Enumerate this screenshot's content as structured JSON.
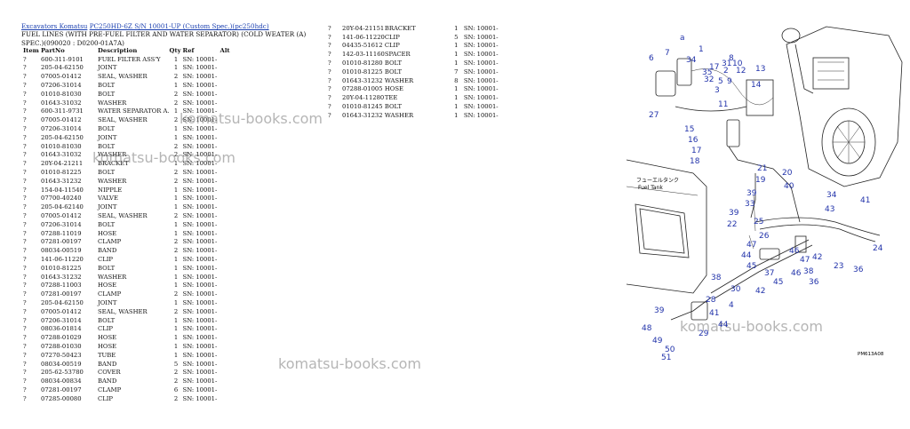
{
  "header": {
    "breadcrumb_link1": "Excavators Komatsu",
    "breadcrumb_link2": "PC250HD-6Z S/N 10001-UP (Custom Spec.)(pc250hdc)",
    "title": "FUEL LINES (WITH PRE-FUEL FILTER AND WATER SEPARATOR) (COLD WEATER (A)",
    "spec": "SPEC.)(090020 : D0200-01A7A)"
  },
  "columns": {
    "item": "Item",
    "part": "PartNo",
    "desc": "Description",
    "qty": "Qty",
    "ref": "Ref",
    "alt": "Alt"
  },
  "left_rows": [
    [
      "?",
      "600-311-9101",
      "FUEL FILTER ASS'Y",
      "1",
      "SN: 10001-"
    ],
    [
      "?",
      "205-04-62150",
      "JOINT",
      "1",
      "SN: 10001-"
    ],
    [
      "?",
      "07005-01412",
      "SEAL, WASHER",
      "2",
      "SN: 10001-"
    ],
    [
      "?",
      "07206-31014",
      "BOLT",
      "1",
      "SN: 10001-"
    ],
    [
      "?",
      "01010-81030",
      "BOLT",
      "2",
      "SN: 10001-"
    ],
    [
      "?",
      "01643-31032",
      "WASHER",
      "2",
      "SN: 10001-"
    ],
    [
      "?",
      "600-311-9731",
      "WATER SEPARATOR A.",
      "1",
      "SN: 10001-"
    ],
    [
      "?",
      "07005-01412",
      "SEAL, WASHER",
      "2",
      "SN: 10001-"
    ],
    [
      "?",
      "07206-31014",
      "BOLT",
      "1",
      "SN: 10001-"
    ],
    [
      "?",
      "205-04-62150",
      "JOINT",
      "1",
      "SN: 10001-"
    ],
    [
      "?",
      "01010-81030",
      "BOLT",
      "2",
      "SN: 10001-"
    ],
    [
      "?",
      "01643-31032",
      "WASHER",
      "2",
      "SN: 10001-"
    ],
    [
      "?",
      "20Y-04-21211",
      "BRACKET",
      "1",
      "SN: 10001-"
    ],
    [
      "?",
      "01010-81225",
      "BOLT",
      "2",
      "SN: 10001-"
    ],
    [
      "?",
      "01643-31232",
      "WASHER",
      "2",
      "SN: 10001-"
    ],
    [
      "?",
      "154-04-11540",
      "NIPPLE",
      "1",
      "SN: 10001-"
    ],
    [
      "?",
      "07700-40240",
      "VALVE",
      "1",
      "SN: 10001-"
    ],
    [
      "?",
      "205-04-62140",
      "JOINT",
      "1",
      "SN: 10001-"
    ],
    [
      "?",
      "07005-01412",
      "SEAL, WASHER",
      "2",
      "SN: 10001-"
    ],
    [
      "?",
      "07206-31014",
      "BOLT",
      "1",
      "SN: 10001-"
    ],
    [
      "?",
      "07288-11019",
      "HOSE",
      "1",
      "SN: 10001-"
    ],
    [
      "?",
      "07281-00197",
      "CLAMP",
      "2",
      "SN: 10001-"
    ],
    [
      "?",
      "08034-00519",
      "BAND",
      "2",
      "SN: 10001-"
    ],
    [
      "?",
      "141-06-11220",
      "CLIP",
      "1",
      "SN: 10001-"
    ],
    [
      "?",
      "01010-81225",
      "BOLT",
      "1",
      "SN: 10001-"
    ],
    [
      "?",
      "01643-31232",
      "WASHER",
      "1",
      "SN: 10001-"
    ],
    [
      "?",
      "07288-11003",
      "HOSE",
      "1",
      "SN: 10001-"
    ],
    [
      "?",
      "07281-00197",
      "CLAMP",
      "2",
      "SN: 10001-"
    ],
    [
      "?",
      "205-04-62150",
      "JOINT",
      "1",
      "SN: 10001-"
    ],
    [
      "?",
      "07005-01412",
      "SEAL, WASHER",
      "2",
      "SN: 10001-"
    ],
    [
      "?",
      "07206-31014",
      "BOLT",
      "1",
      "SN: 10001-"
    ],
    [
      "?",
      "08036-01814",
      "CLIP",
      "1",
      "SN: 10001-"
    ],
    [
      "?",
      "07288-01029",
      "HOSE",
      "1",
      "SN: 10001-"
    ],
    [
      "?",
      "07288-01030",
      "HOSE",
      "1",
      "SN: 10001-"
    ],
    [
      "?",
      "07270-50423",
      "TUBE",
      "1",
      "SN: 10001-"
    ],
    [
      "?",
      "08034-00519",
      "BAND",
      "5",
      "SN: 10001-"
    ],
    [
      "?",
      "205-62-53780",
      "COVER",
      "2",
      "SN: 10001-"
    ],
    [
      "?",
      "08034-00834",
      "BAND",
      "2",
      "SN: 10001-"
    ],
    [
      "?",
      "07281-00197",
      "CLAMP",
      "6",
      "SN: 10001-"
    ],
    [
      "?",
      "07285-00080",
      "CLIP",
      "2",
      "SN: 10001-"
    ]
  ],
  "right_rows": [
    [
      "?",
      "20Y-04-21151",
      "BRACKET",
      "1",
      "SN: 10001-"
    ],
    [
      "?",
      "141-06-11220",
      "CLIP",
      "5",
      "SN: 10001-"
    ],
    [
      "?",
      "04435-51612",
      "CLIP",
      "1",
      "SN: 10001-"
    ],
    [
      "?",
      "142-03-11160",
      "SPACER",
      "1",
      "SN: 10001-"
    ],
    [
      "?",
      "01010-81280",
      "BOLT",
      "1",
      "SN: 10001-"
    ],
    [
      "?",
      "01010-81225",
      "BOLT",
      "7",
      "SN: 10001-"
    ],
    [
      "?",
      "01643-31232",
      "WASHER",
      "8",
      "SN: 10001-"
    ],
    [
      "?",
      "07288-01005",
      "HOSE",
      "1",
      "SN: 10001-"
    ],
    [
      "?",
      "20Y-04-11280",
      "TEE",
      "1",
      "SN: 10001-"
    ],
    [
      "?",
      "01010-81245",
      "BOLT",
      "1",
      "SN: 10001-"
    ],
    [
      "?",
      "01643-31232",
      "WASHER",
      "1",
      "SN: 10001-"
    ]
  ],
  "watermarks": [
    "komatsu-books.com",
    "komatsu-books.com",
    "komatsu-books.com",
    "komatsu-books.com"
  ],
  "diagram": {
    "callouts": [
      "6",
      "7",
      "a",
      "34",
      "1",
      "17",
      "32",
      "35",
      "31",
      "2",
      "12",
      "10",
      "8",
      "5",
      "3",
      "13",
      "14",
      "9",
      "27",
      "15",
      "16",
      "11",
      "17",
      "18",
      "19",
      "21",
      "20",
      "40",
      "39",
      "33",
      "39",
      "22",
      "34",
      "43",
      "41",
      "36",
      "23",
      "24",
      "25",
      "26",
      "47",
      "44",
      "45",
      "42",
      "37",
      "38",
      "46",
      "47",
      "39",
      "48",
      "49",
      "50",
      "51",
      "30",
      "4",
      "29",
      "28",
      "41",
      "44",
      "45",
      "46",
      "36",
      "38",
      "42"
    ],
    "tank_label_jp": "フューエルタンク",
    "tank_label_en": "Fuel Tank",
    "figure_code": "PM613A08"
  }
}
